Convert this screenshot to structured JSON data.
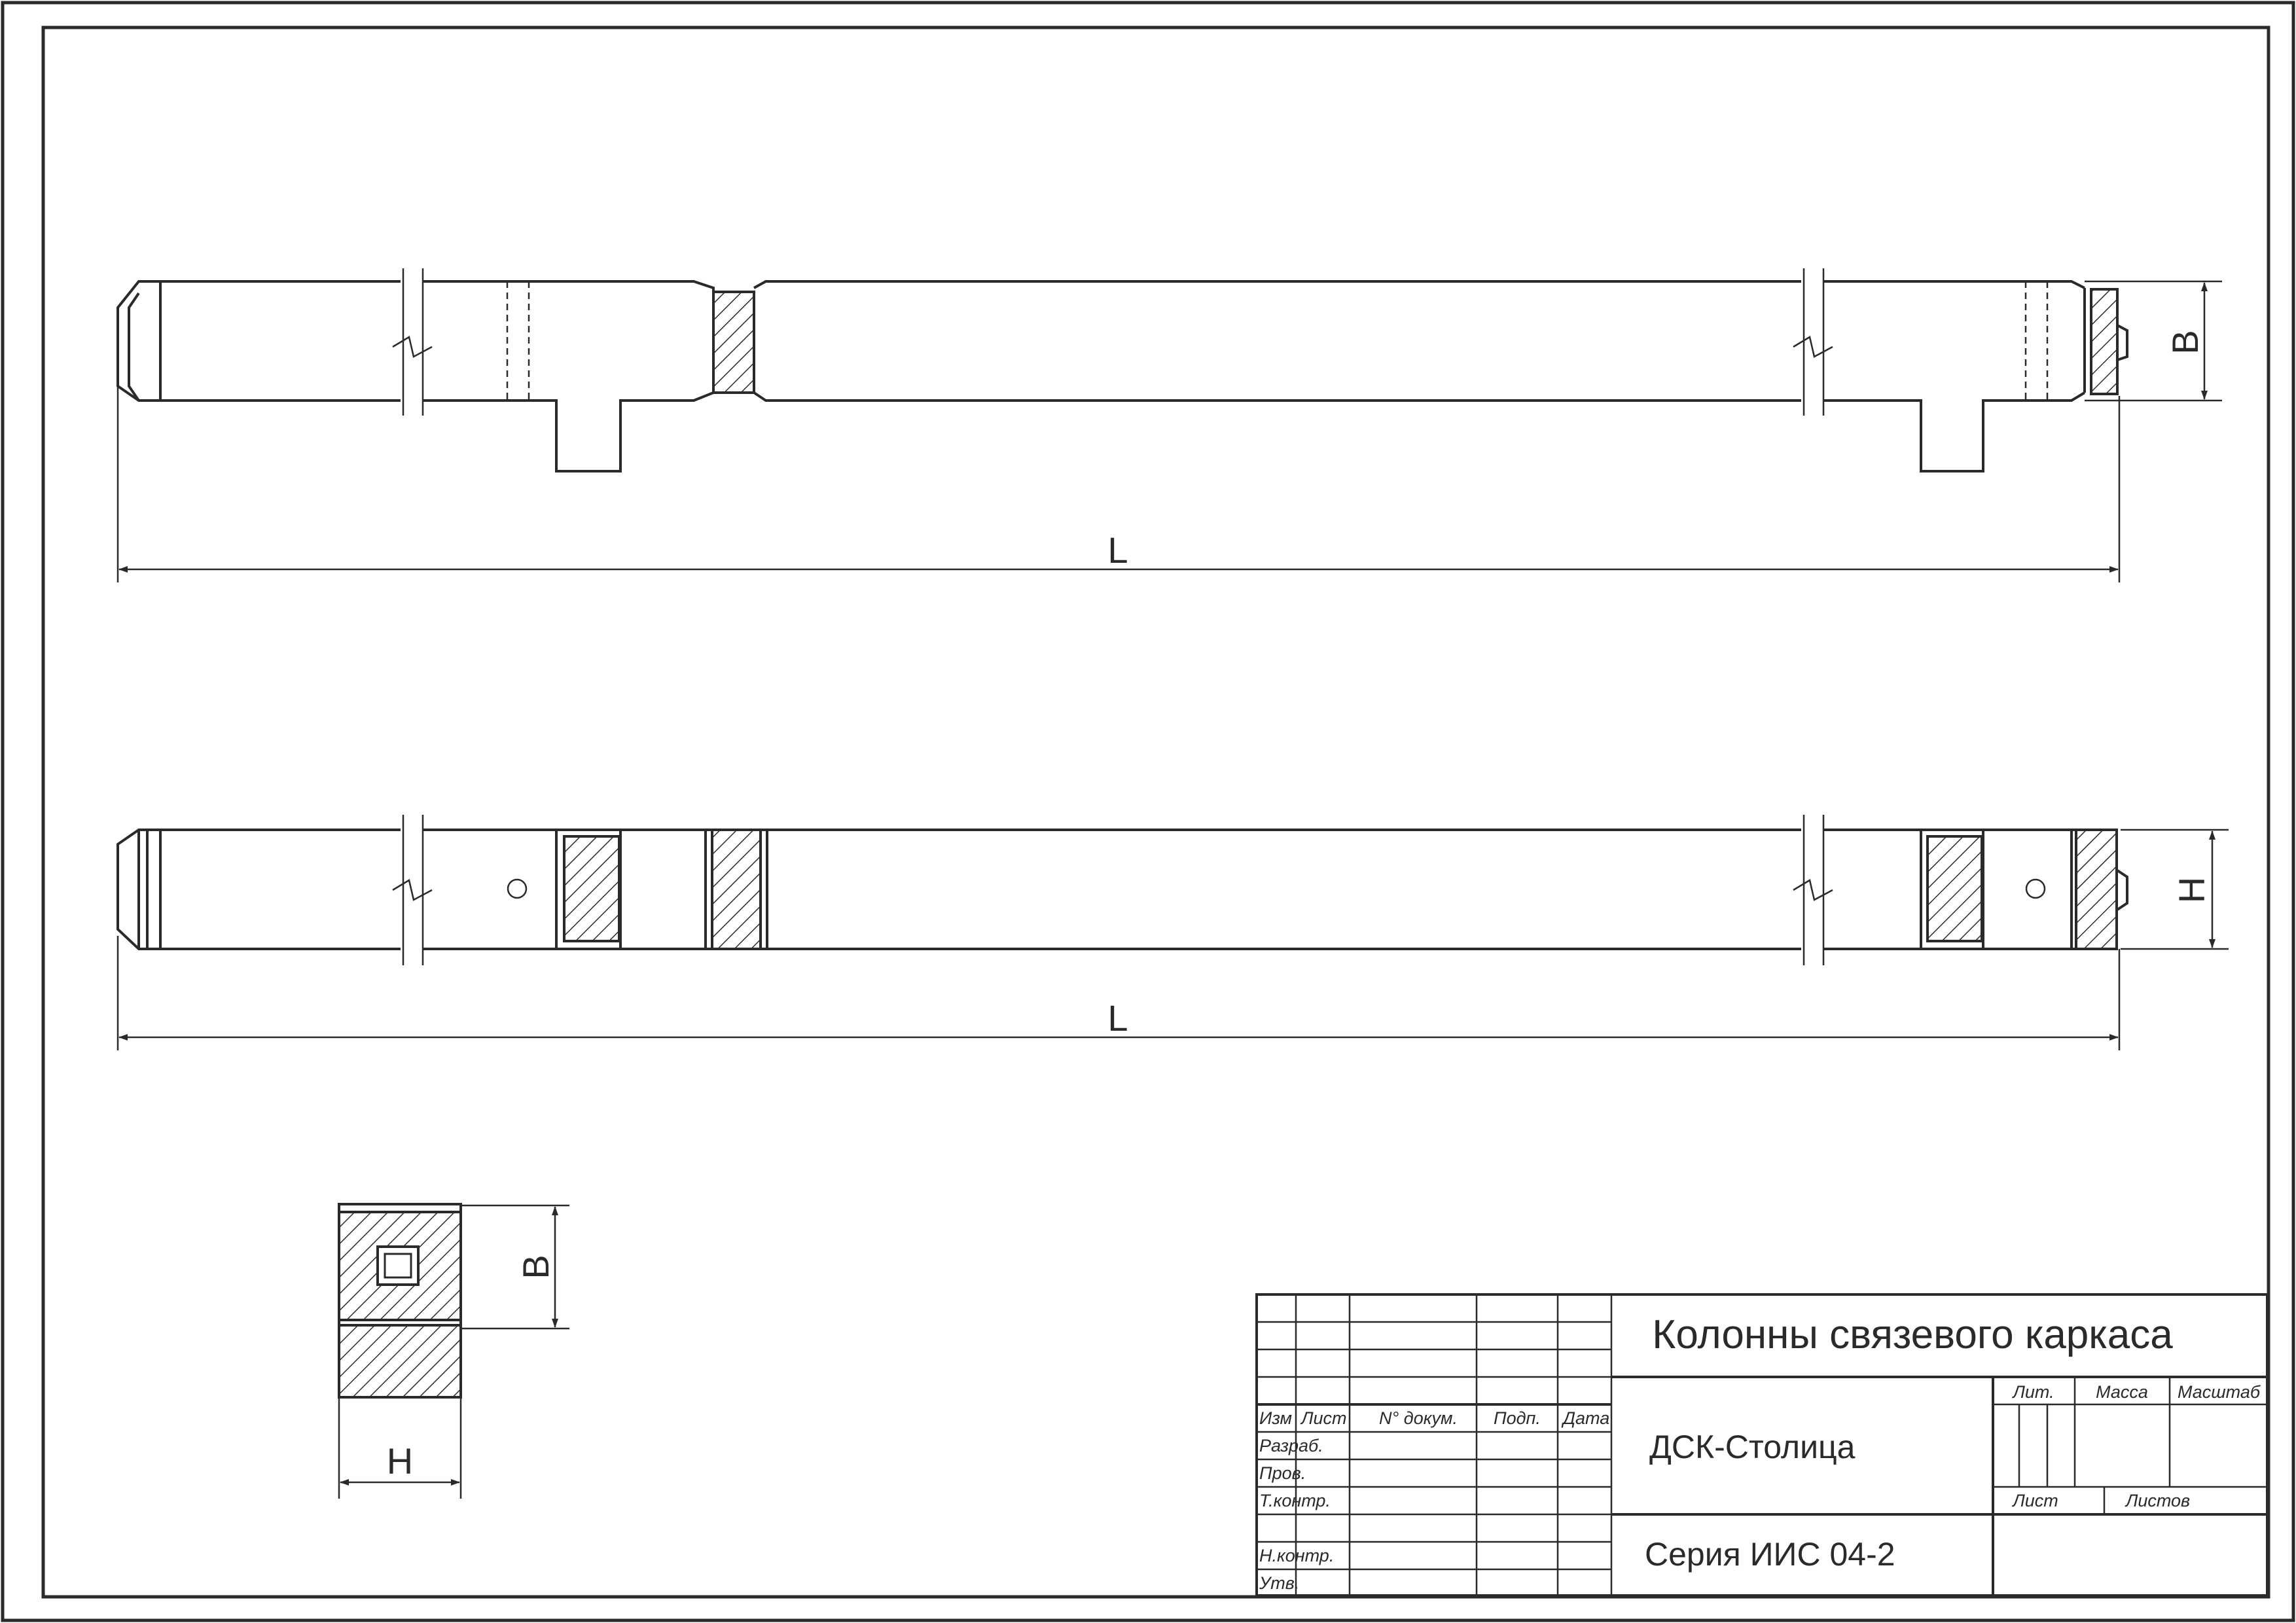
{
  "dimensions": {
    "length": "L",
    "width": "B",
    "height": "H"
  },
  "title_block": {
    "title": "Колонны связевого каркаса",
    "organization": "ДСК-Столица",
    "series": "Серия ИИС 04-2",
    "headers": {
      "izm": "Изм",
      "list": "Лист",
      "n_dokum": "N° докум.",
      "podp": "Подп.",
      "data": "Дата"
    },
    "roles": {
      "razrab": "Разраб.",
      "prov": "Пров.",
      "tkontr": "Т.контр.",
      "nkontr": "Н.контр.",
      "utv": "Утв."
    },
    "lit": "Лит.",
    "massa": "Масса",
    "masshtab": "Масштаб",
    "list_label": "Лист",
    "listov": "Листов"
  }
}
